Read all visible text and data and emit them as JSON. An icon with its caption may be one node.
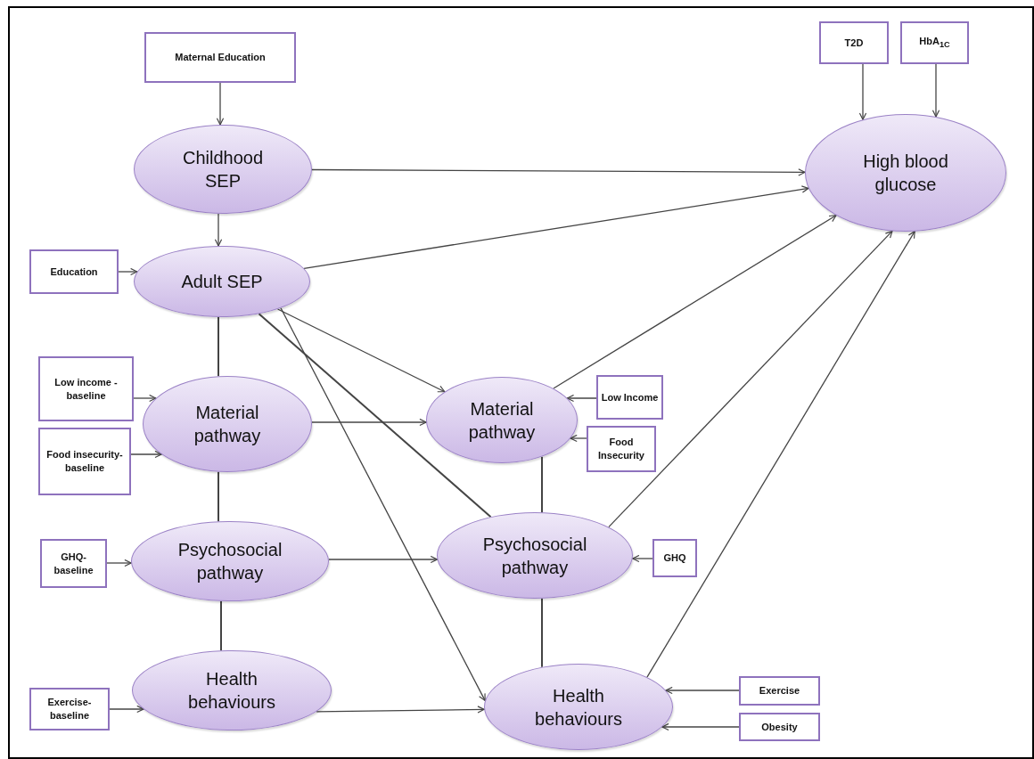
{
  "diagram": {
    "nodes": [
      {
        "text": [
          "Maternal Education"
        ]
      },
      {
        "text": [
          "T2D"
        ]
      },
      {
        "text": [
          "HbA$_{1C}$"
        ]
      },
      {
        "text": [
          "Childhood SEP"
        ]
      },
      {
        "text": [
          "High blood glucose"
        ]
      },
      {
        "text": [
          "Education"
        ]
      },
      {
        "text": [
          "Adult SEP"
        ]
      },
      {
        "text": [
          "Low income - baseline"
        ]
      },
      {
        "text": [
          "Food insecurity-baseline"
        ]
      },
      {
        "text": [
          "Material pathway"
        ]
      },
      {
        "text": [
          "Material pathway"
        ]
      },
      {
        "text": [
          "Low Income"
        ]
      },
      {
        "text": [
          "Food Insecurity"
        ]
      },
      {
        "text": [
          "GHQ-baseline"
        ]
      },
      {
        "text": [
          "Psychosocial pathway"
        ]
      },
      {
        "text": [
          "Psychosocial pathway"
        ]
      },
      {
        "text": [
          "GHQ"
        ]
      },
      {
        "text": [
          "Exercise-baseline"
        ]
      },
      {
        "text": [
          "Health behaviours"
        ]
      },
      {
        "text": [
          "Health behaviours"
        ]
      },
      {
        "text": [
          "Exercise"
        ]
      },
      {
        "text": [
          "Obesity"
        ]
      }
    ],
    "edges": [
      {
        "from": 0,
        "to": 3,
        "arrow": "to"
      },
      {
        "from": 1,
        "to": 4,
        "arrow": "to"
      },
      {
        "from": 2,
        "to": 4,
        "arrow": "to"
      },
      {
        "from": 3,
        "to": 6,
        "arrow": "to"
      },
      {
        "from": 3,
        "to": 4,
        "arrow": "to"
      },
      {
        "from": 5,
        "to": 6,
        "arrow": "to"
      },
      {
        "from": 6,
        "to": 4,
        "arrow": "to"
      },
      {
        "from": 6,
        "to": 9,
        "arrow": "none"
      },
      {
        "from": 6,
        "to": 10,
        "arrow": "to"
      },
      {
        "from": 6,
        "to": 15,
        "arrow": "none"
      },
      {
        "from": 6,
        "to": 19,
        "arrow": "to"
      },
      {
        "from": 7,
        "to": 9,
        "arrow": "to"
      },
      {
        "from": 8,
        "to": 9,
        "arrow": "to"
      },
      {
        "from": 9,
        "to": 10,
        "arrow": "to"
      },
      {
        "from": 10,
        "to": 4,
        "arrow": "to"
      },
      {
        "from": 11,
        "to": 10,
        "arrow": "to"
      },
      {
        "from": 12,
        "to": 10,
        "arrow": "to"
      },
      {
        "from": 10,
        "to": 15,
        "arrow": "none"
      },
      {
        "from": 9,
        "to": 14,
        "arrow": "none"
      },
      {
        "from": 13,
        "to": 14,
        "arrow": "to"
      },
      {
        "from": 14,
        "to": 15,
        "arrow": "to"
      },
      {
        "from": 15,
        "to": 4,
        "arrow": "to"
      },
      {
        "from": 16,
        "to": 15,
        "arrow": "to"
      },
      {
        "from": 14,
        "to": 18,
        "arrow": "none"
      },
      {
        "from": 17,
        "to": 18,
        "arrow": "to"
      },
      {
        "from": 18,
        "to": 19,
        "arrow": "to"
      },
      {
        "from": 15,
        "to": 19,
        "arrow": "none"
      },
      {
        "from": 19,
        "to": 4,
        "arrow": "to"
      },
      {
        "from": 20,
        "to": 19,
        "arrow": "to"
      },
      {
        "from": 21,
        "to": 19,
        "arrow": "to"
      }
    ]
  }
}
